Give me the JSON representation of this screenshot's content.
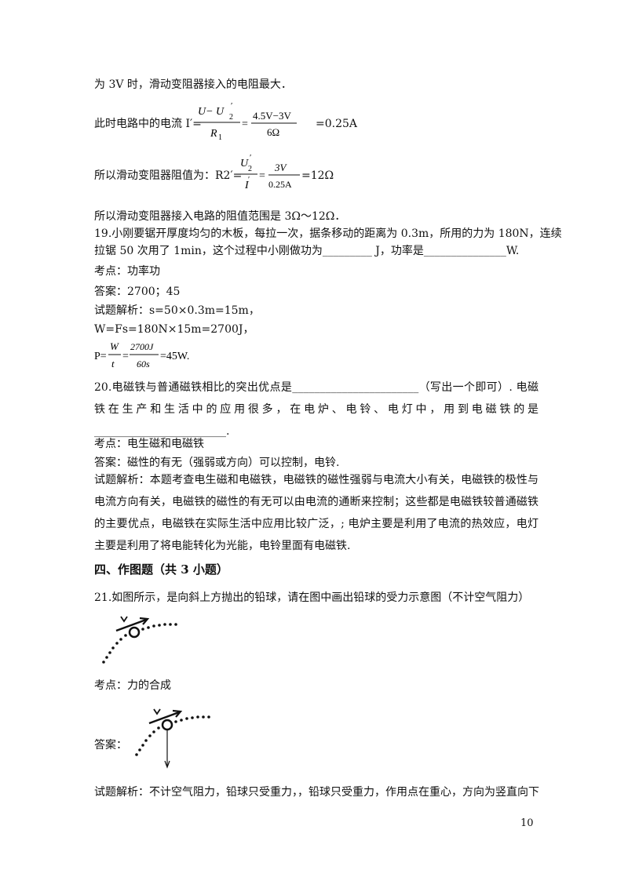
{
  "lines": {
    "l1": "为 3V 时，滑动变阻器接入的电阻最大．",
    "l2_prefix": "此时电路中的电流 I′=",
    "l2_suffix": "=0.25A",
    "l3_prefix": "所以滑动变阻器阻值为：R2′=",
    "l3_suffix": "=12Ω",
    "l4": "所以滑动变阻器接入电路的阻值范围是 3Ω～12Ω．"
  },
  "formulas": {
    "f1": {
      "num1": "U− U",
      "num1_sub": "2",
      "num1_sup": "′",
      "den1": "R",
      "den1_sub": "1",
      "num2": "4.5V−3V",
      "den2": "6Ω"
    },
    "f2": {
      "num1": "U",
      "num1_sub": "2",
      "num1_sup": "′",
      "den1": "I",
      "den1_sup": "′",
      "num2": "3V",
      "den2": "0.25A"
    },
    "f3": {
      "prefix": "P=",
      "num1": "W",
      "den1": "t",
      "num2": "2700J",
      "den2": "60s",
      "suffix": "=45W."
    }
  },
  "q19": {
    "text1": "19.小刚要锯开厚度均匀的木板，每拉一次，据条移动的距离为 0.3m，所用的力为 180N，连续",
    "text2": "拉锯 50 次用了 1min，这个过程中小刚做功为_________ J，功率是_______________W.",
    "kaodian": "考点：功率功",
    "answer": "答案：2700；45",
    "analysis1": "试题解析：s=50×0.3m=15m，",
    "analysis2": "W=Fs=180N×15m=2700J，"
  },
  "q20": {
    "text": "20.电磁铁与普通磁铁相比的突出优点是_______________________（写出一个即可）. 电磁铁在生产和生活中的应用很多，在电炉、电铃、电灯中，用到电磁铁的是________________________.",
    "kaodian": "考点：电生磁和电磁铁",
    "answer": "答案：磁性的有无（强弱或方向）可以控制，电铃.",
    "analysis": "试题解析：本题考查电生磁和电磁铁，电磁铁的磁性强弱与电流大小有关，电磁铁的极性与电流方向有关，电磁铁的磁性的有无可以由电流的通断来控制；这些都是电磁铁较普通磁铁的主要优点，电磁铁在实际生活中应用比较广泛，; 电炉主要是利用了电流的热效应，电灯主要是利用了将电能转化为光能，电铃里面有电磁铁."
  },
  "section": {
    "title": "四、作图题（共 3 小题）"
  },
  "q21": {
    "text": "21.如图所示，是向斜上方抛出的铅球，请在图中画出铅球的受力示意图（不计空气阻力）",
    "kaodian": "考点：力的合成",
    "answer_label": "答案：",
    "analysis": "试题解析：不计空气阻力，铅球只受重力，，铅球只受重力，作用点在重心，方向为竖直向下"
  },
  "page_number": "10"
}
